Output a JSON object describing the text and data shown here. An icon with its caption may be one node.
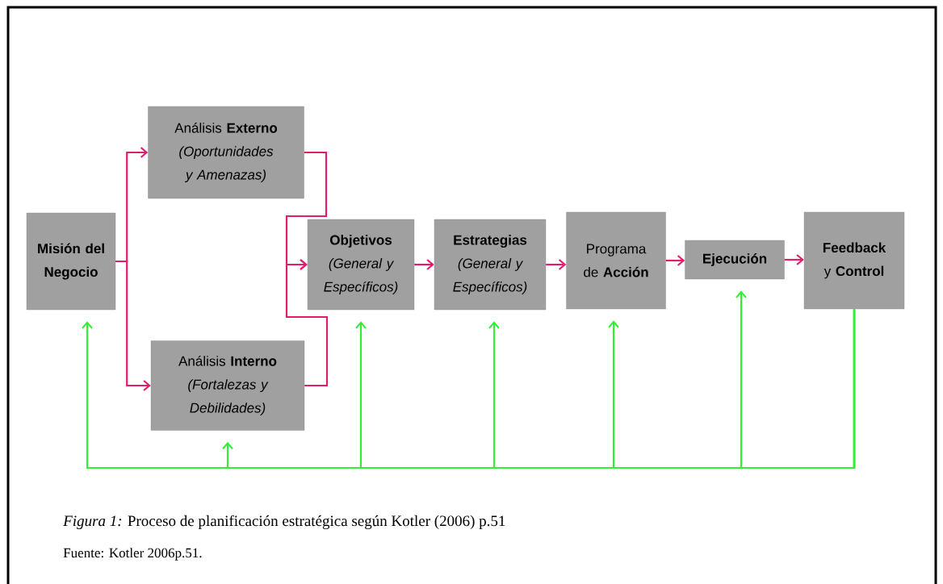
{
  "diagram": {
    "caption": "*Figura 1:* Proceso de planificación estratégica según Kotler (2006) p.51",
    "nodes": [
      {
        "text": [
          "Misión del Negocio"
        ]
      },
      {
        "text": [
          "Análisis **Externo**",
          "(Oportunidades y Amenazas)"
        ]
      },
      {
        "text": [
          "Análisis **Interno**",
          "(Fortalezas y Debilidades)"
        ]
      },
      {
        "text": [
          "Objetivos",
          "(General y Específicos)"
        ]
      },
      {
        "text": [
          "Estrategias",
          "(General y Específicos)"
        ]
      },
      {
        "text": [
          "Programa de **Acción**"
        ]
      },
      {
        "text": [
          "Ejecución"
        ]
      },
      {
        "text": [
          "**Feedback** y **Control**"
        ]
      }
    ],
    "edges": [
      {
        "from": 0,
        "to": 1,
        "arrow": "to"
      },
      {
        "from": 0,
        "to": 2,
        "arrow": "to"
      },
      {
        "from": 1,
        "to": 3,
        "arrow": "to"
      },
      {
        "from": 2,
        "to": 3,
        "arrow": "to"
      },
      {
        "from": 3,
        "to": 4,
        "arrow": "to"
      },
      {
        "from": 4,
        "to": 5,
        "arrow": "to"
      },
      {
        "from": 5,
        "to": 6,
        "arrow": "to"
      },
      {
        "from": 6,
        "to": 7,
        "arrow": "to"
      },
      {
        "from": 7,
        "to": 0,
        "arrow": "to",
        "color": "#33ee33"
      },
      {
        "from": 7,
        "to": 2,
        "arrow": "to",
        "color": "#33ee33"
      },
      {
        "from": 7,
        "to": 3,
        "arrow": "to",
        "color": "#33ee33"
      },
      {
        "from": 7,
        "to": 4,
        "arrow": "to",
        "color": "#33ee33"
      },
      {
        "from": 7,
        "to": 5,
        "arrow": "to",
        "color": "#33ee33"
      },
      {
        "from": 7,
        "to": 6,
        "arrow": "to",
        "color": "#33ee33"
      }
    ],
    "labels": [
      "Fuente: Kotler 2006p.51."
    ]
  }
}
